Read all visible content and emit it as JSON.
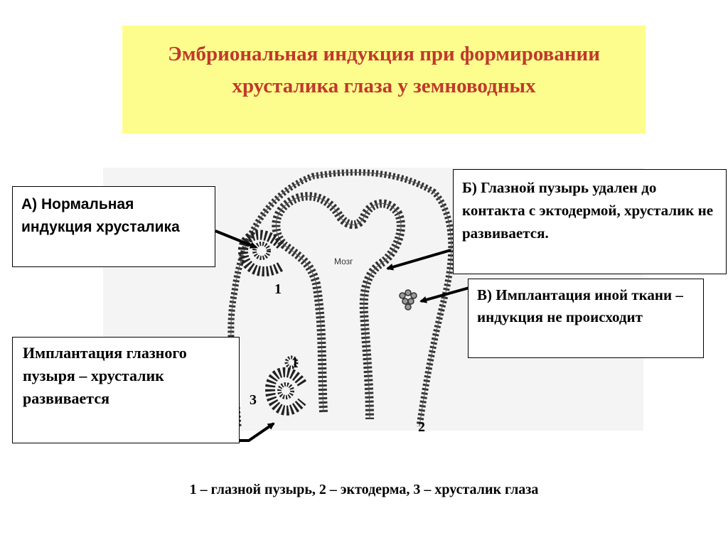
{
  "title": "Эмбриональная индукция при формировании хрусталика глаза    у земноводных",
  "boxes": {
    "a": "А) Нормальная индукция хрусталика",
    "b": "Б) Глазной пузырь удален до контакта с эктодермой, хрусталик не развивается.",
    "v": "В) Имплантация иной ткани – индукция не происходит",
    "implant": "Имплантация глазного пузыря – хрусталик развивается"
  },
  "diagram_label": "Мозг",
  "numbers": {
    "n1_top": "1",
    "n1_bottom": "1",
    "n2": "2",
    "n3": "3"
  },
  "legend": "1 – глазной пузырь, 2 – эктодерма, 3 – хрусталик глаза"
}
